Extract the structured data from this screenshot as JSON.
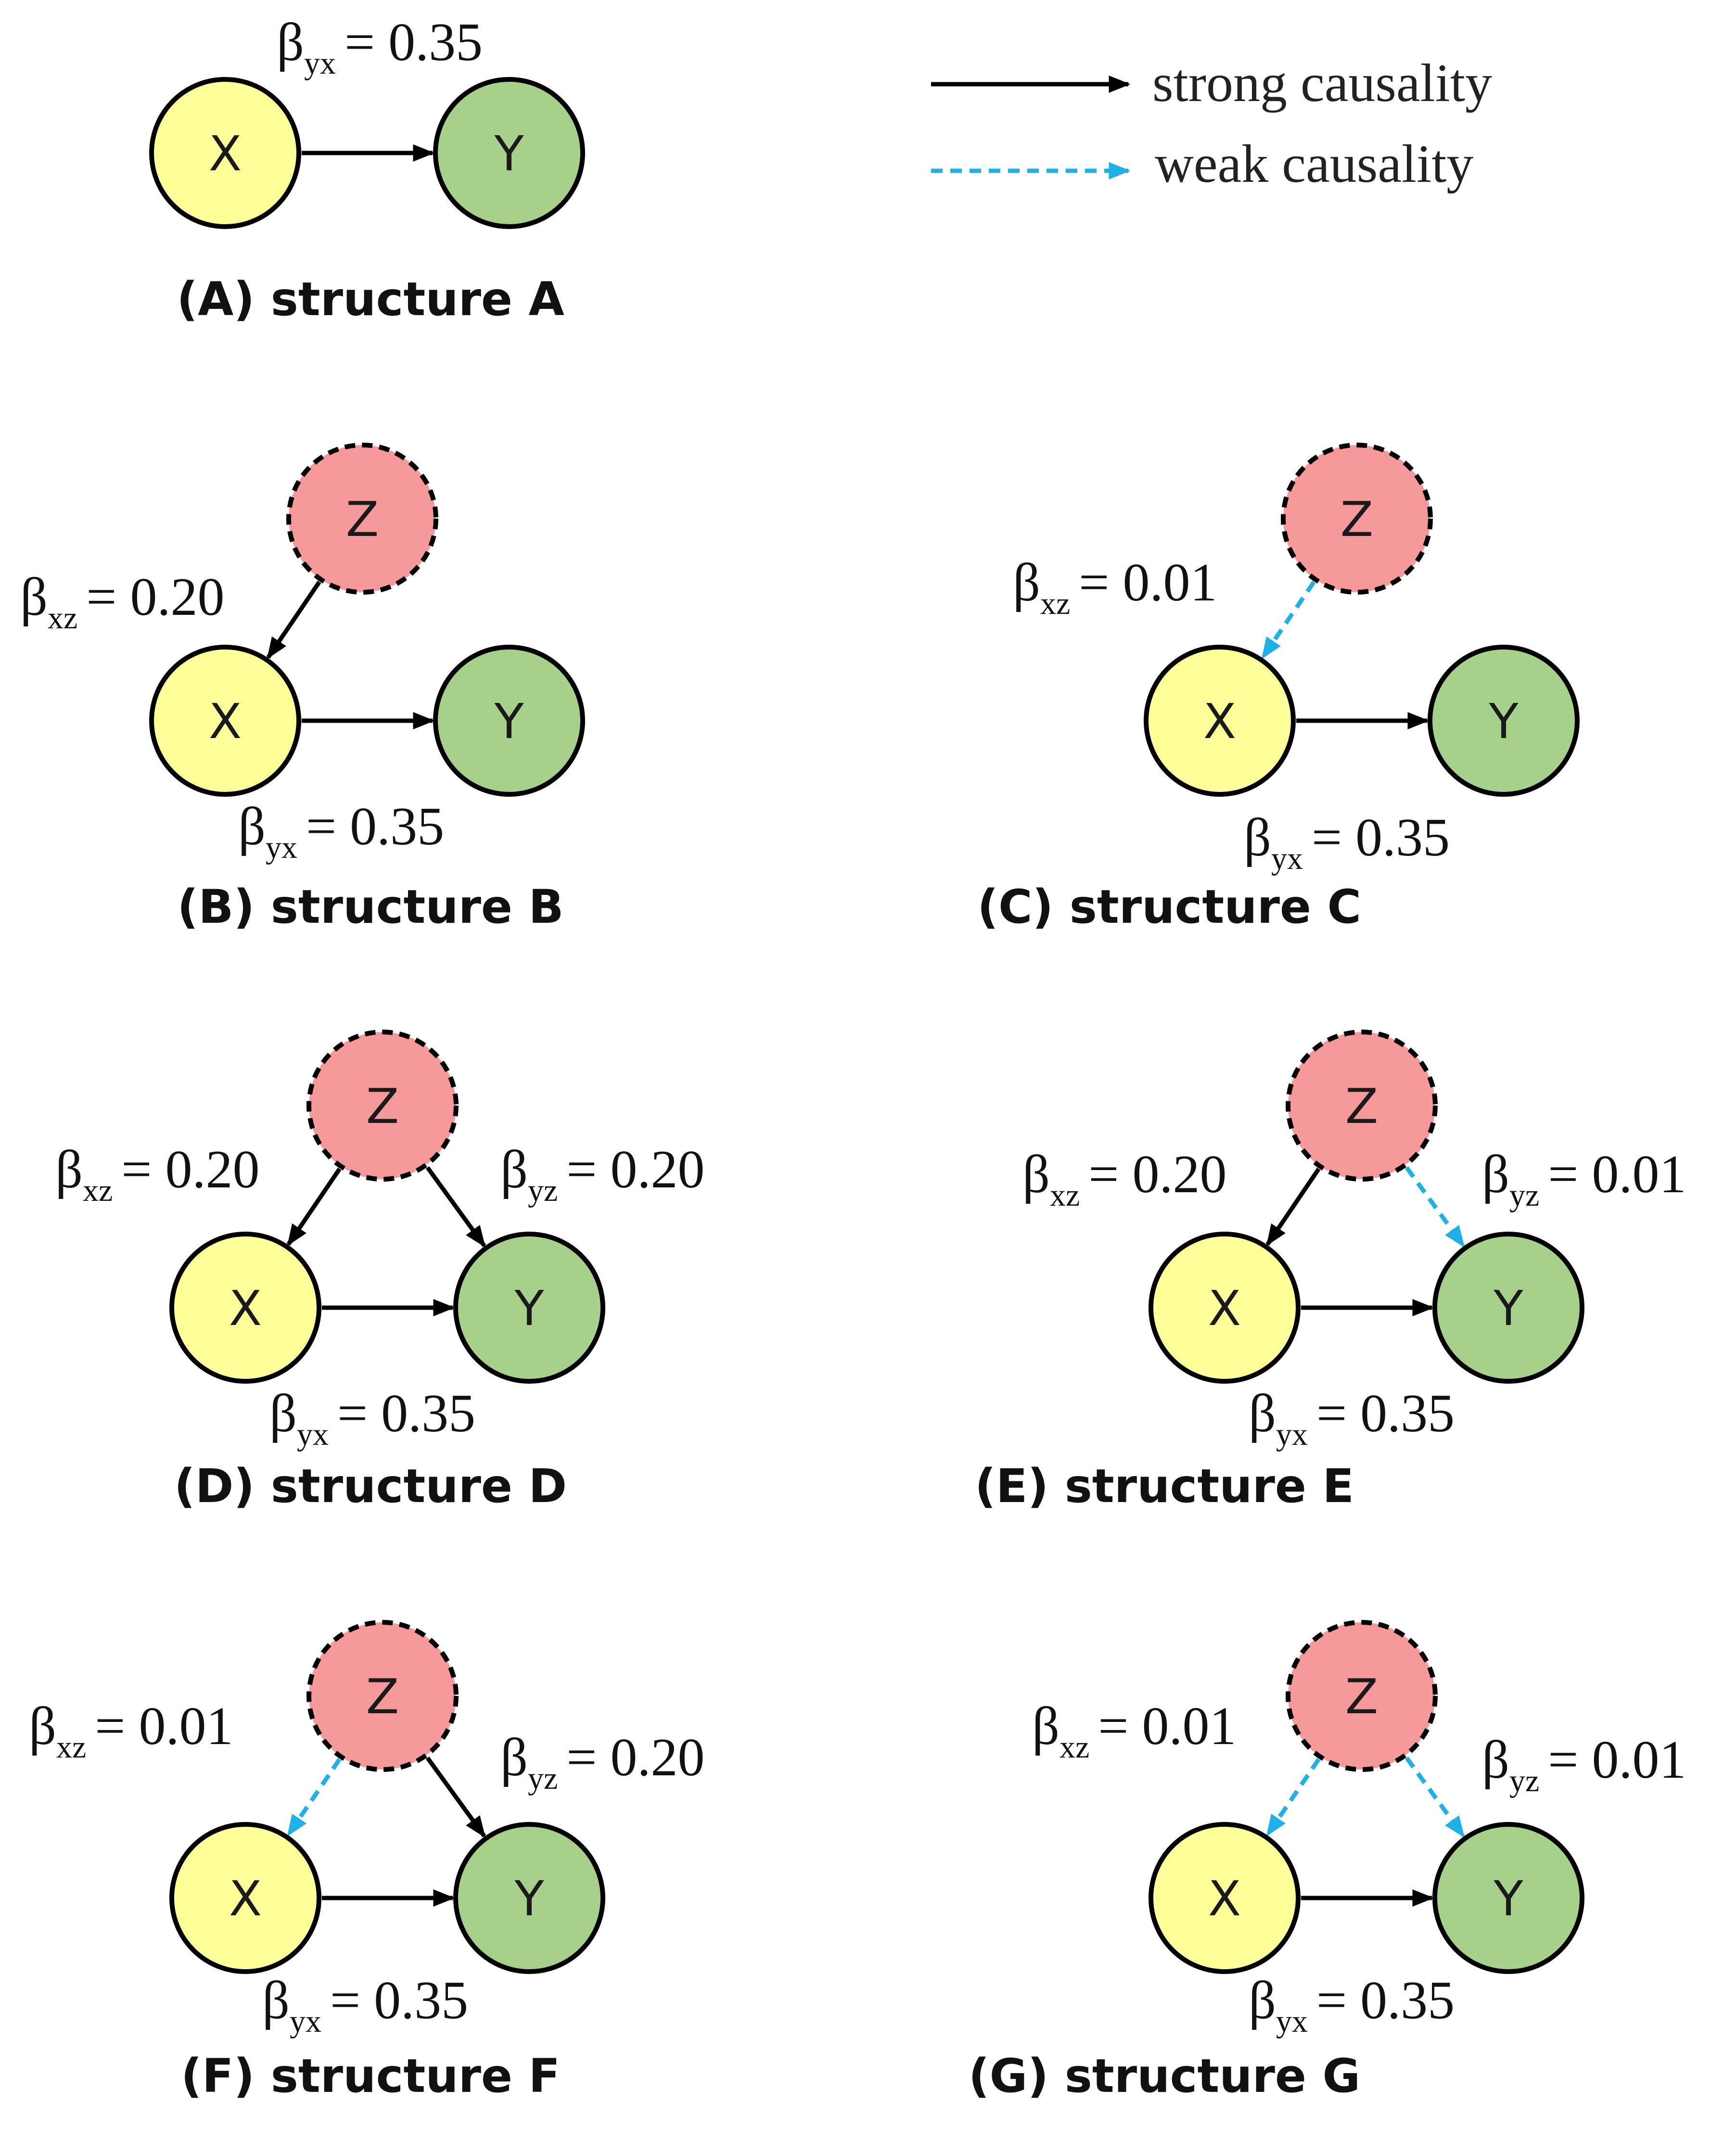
{
  "legend": {
    "strong_label": "strong causality",
    "weak_label": "weak causality"
  },
  "styles": {
    "strong_color": "#000000",
    "weak_color": "#1fb0e8",
    "x_fill": "#ffff99",
    "y_fill": "#a7d18b",
    "z_fill": "#f6999a"
  },
  "nodes": {
    "x": "X",
    "y": "Y",
    "z": "Z"
  },
  "symbol": "β",
  "structures": [
    {
      "id": "A",
      "caption": "(A) structure A",
      "has_z": false,
      "byx": {
        "sub": "yx",
        "value": "= 0.35",
        "strength": "strong"
      }
    },
    {
      "id": "B",
      "caption": "(B) structure B",
      "has_z": true,
      "bxz": {
        "sub": "xz",
        "value": "= 0.20",
        "strength": "strong"
      },
      "byx": {
        "sub": "yx",
        "value": "= 0.35",
        "strength": "strong"
      }
    },
    {
      "id": "C",
      "caption": "(C) structure C",
      "has_z": true,
      "bxz": {
        "sub": "xz",
        "value": "= 0.01",
        "strength": "weak"
      },
      "byx": {
        "sub": "yx",
        "value": "= 0.35",
        "strength": "strong"
      }
    },
    {
      "id": "D",
      "caption": "(D) structure D",
      "has_z": true,
      "bxz": {
        "sub": "xz",
        "value": "= 0.20",
        "strength": "strong"
      },
      "byz": {
        "sub": "yz",
        "value": "= 0.20",
        "strength": "strong"
      },
      "byx": {
        "sub": "yx",
        "value": "= 0.35",
        "strength": "strong"
      }
    },
    {
      "id": "E",
      "caption": "(E) structure E",
      "has_z": true,
      "bxz": {
        "sub": "xz",
        "value": "= 0.20",
        "strength": "strong"
      },
      "byz": {
        "sub": "yz",
        "value": "= 0.01",
        "strength": "weak"
      },
      "byx": {
        "sub": "yx",
        "value": "= 0.35",
        "strength": "strong"
      }
    },
    {
      "id": "F",
      "caption": "(F) structure F",
      "has_z": true,
      "bxz": {
        "sub": "xz",
        "value": "= 0.01",
        "strength": "weak"
      },
      "byz": {
        "sub": "yz",
        "value": "= 0.20",
        "strength": "strong"
      },
      "byx": {
        "sub": "yx",
        "value": "= 0.35",
        "strength": "strong"
      }
    },
    {
      "id": "G",
      "caption": "(G) structure G",
      "has_z": true,
      "bxz": {
        "sub": "xz",
        "value": "= 0.01",
        "strength": "weak"
      },
      "byz": {
        "sub": "yz",
        "value": "= 0.01",
        "strength": "weak"
      },
      "byx": {
        "sub": "yx",
        "value": "= 0.35",
        "strength": "strong"
      }
    }
  ]
}
